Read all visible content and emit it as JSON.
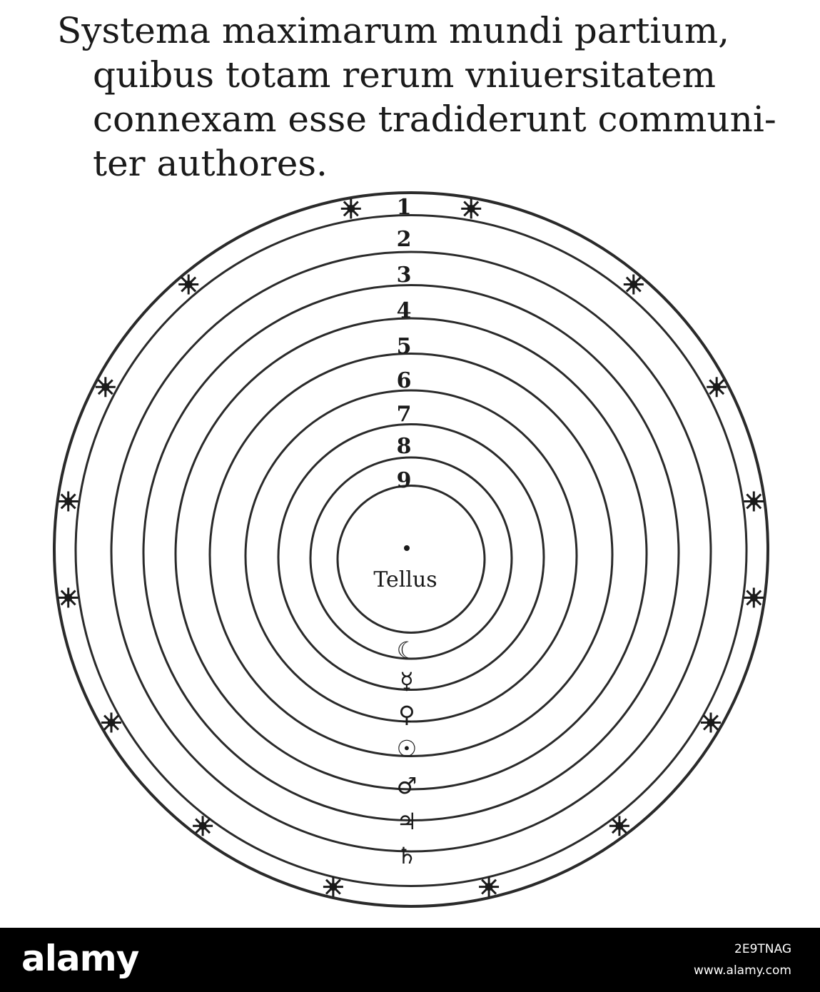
{
  "caption": {
    "lines": [
      "Systema maximarum mundi partium,",
      "quibus totam rerum vniuersitatem",
      "connexam esse tradiderunt communi-",
      "ter authores."
    ]
  },
  "diagram": {
    "ring_numbers": [
      "1",
      "2",
      "3",
      "4",
      "5",
      "6",
      "7",
      "8",
      "9"
    ],
    "center_label": "Tellus",
    "planet_symbols": [
      "☾",
      "☿",
      "♀",
      "☉",
      "♂",
      "♃",
      "♄"
    ]
  },
  "footer": {
    "logo": "alamy",
    "image_id": "2E9TNAG",
    "url": "www.alamy.com"
  }
}
